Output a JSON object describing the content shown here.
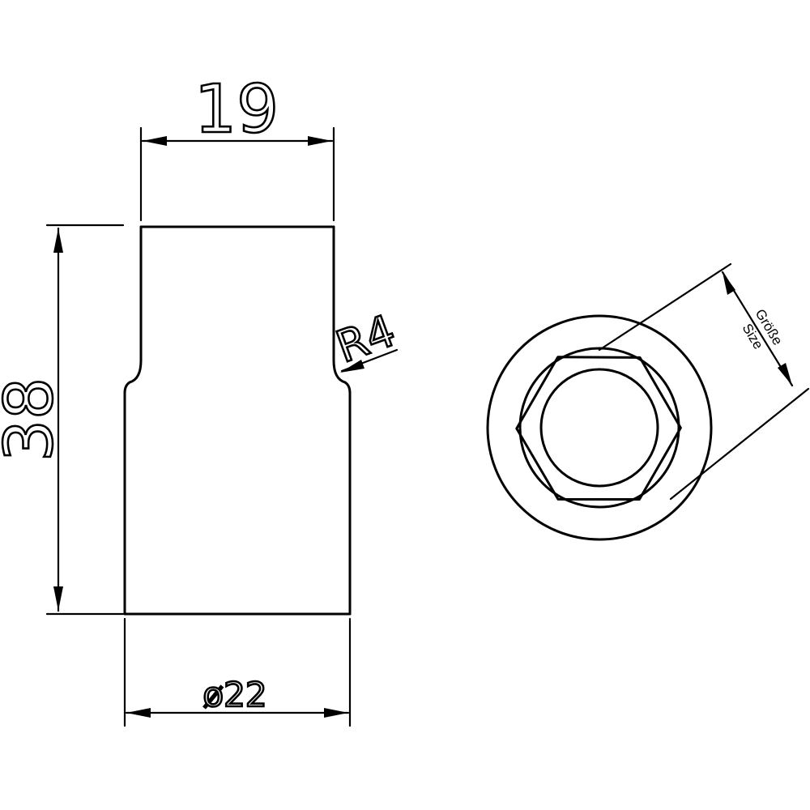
{
  "drawing": {
    "dim_width_top": "19",
    "dim_height": "38",
    "dim_radius": "R4",
    "dim_diameter_bottom": "ø22",
    "size_label_de": "Größe",
    "size_label_en": "Size"
  }
}
